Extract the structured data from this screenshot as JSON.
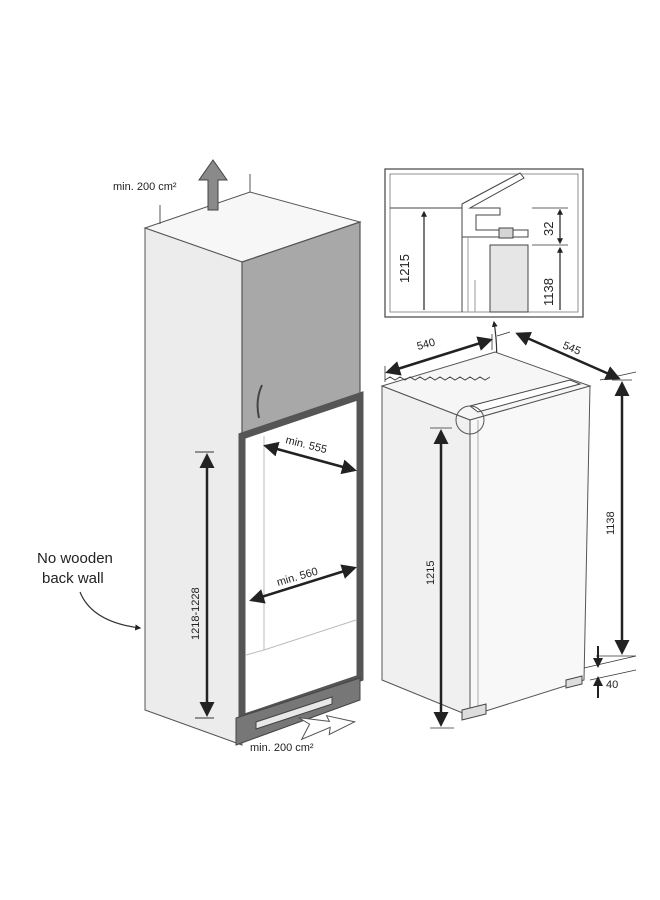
{
  "labels": {
    "vent_top": "min. 200 cm²",
    "vent_bottom": "min. 200 cm²",
    "no_wooden_line1": "No wooden",
    "no_wooden_line2": "back wall",
    "niche_height": "1218-1228",
    "min_depth": "min. 555",
    "min_width": "min. 560",
    "appliance_width": "540",
    "appliance_depth": "545",
    "appliance_height": "1138",
    "door_height": "1215",
    "foot_height": "40",
    "detail_height_1215": "1215",
    "detail_height_1138": "1138",
    "detail_gap_32": "32"
  },
  "colors": {
    "line": "#333333",
    "cabinet_face": "#ececec",
    "cabinet_top": "#f7f7f7",
    "door_fill": "#a8a8a8",
    "frame_dark": "#555555",
    "appliance": "#f6f6f6"
  }
}
